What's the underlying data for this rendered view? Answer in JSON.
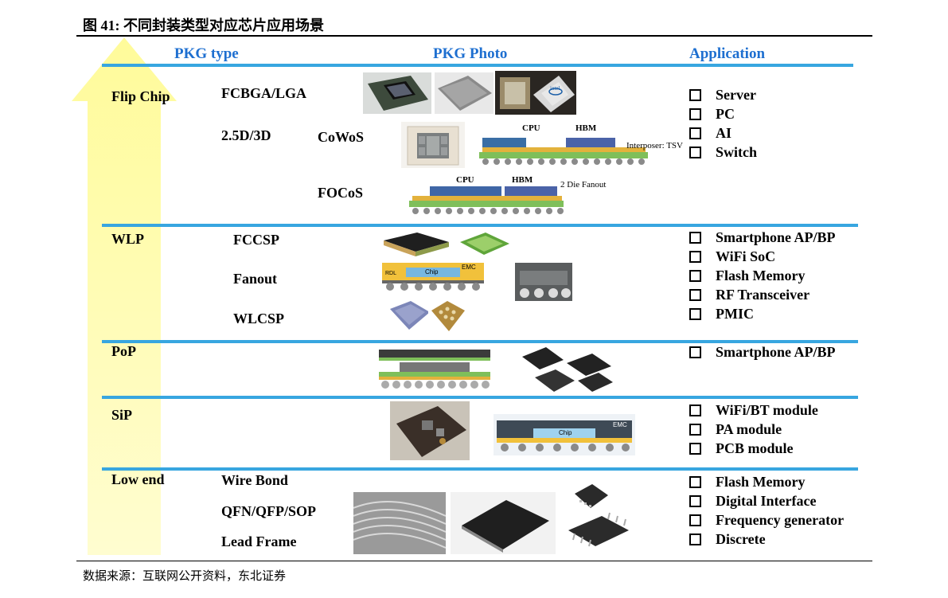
{
  "title": "图 41: 不同封装类型对应芯片应用场景",
  "source": "数据来源：互联网公开资料，东北证券",
  "headers": {
    "pkg_type": "PKG type",
    "pkg_photo": "PKG Photo",
    "application": "Application"
  },
  "colors": {
    "header_blue": "#1e6fd0",
    "divider_blue": "#38a6e0",
    "arrow_yellow": "#fffb9a"
  },
  "sections": [
    {
      "category": "Flip Chip",
      "applications": [
        "Server",
        "PC",
        "AI",
        "Switch"
      ]
    },
    {
      "category": "WLP",
      "applications": [
        "Smartphone AP/BP",
        "WiFi SoC",
        "Flash Memory",
        "RF Transceiver",
        "PMIC"
      ]
    },
    {
      "category": "PoP",
      "applications": [
        "Smartphone AP/BP"
      ]
    },
    {
      "category": "SiP",
      "applications": [
        "WiFi/BT module",
        "PA module",
        "PCB module"
      ]
    },
    {
      "category": "Low end",
      "applications": [
        "Flash Memory",
        "Digital Interface",
        "Frequency generator",
        "Discrete"
      ]
    }
  ],
  "pkg_labels": {
    "fcbga": "FCBGA/LGA",
    "d25": "2.5D/3D",
    "cowos": "CoWoS",
    "focos": "FOCoS",
    "fccsp": "FCCSP",
    "fanout": "Fanout",
    "wlcsp": "WLCSP",
    "wirebond": "Wire Bond",
    "qfn": "QFN/QFP/SOP",
    "leadframe": "Lead Frame"
  },
  "photo_labels": {
    "cowos_cpu": "CPU",
    "cowos_hbm": "HBM",
    "cowos_interposer": "Interposer: TSV",
    "focos_cpu": "CPU",
    "focos_hbm": "HBM",
    "focos_fanout": "2 Die Fanout",
    "fanout_chip": "Chip",
    "fanout_emc": "EMC",
    "fanout_rdl": "RDL",
    "sip_chip": "Chip",
    "sip_emc": "EMC",
    "intel": "intel"
  }
}
